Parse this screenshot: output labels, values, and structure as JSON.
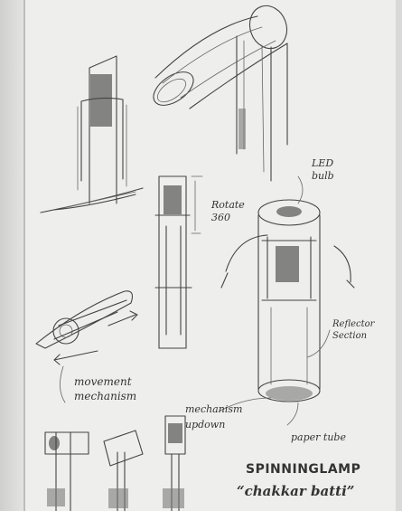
{
  "annotations": {
    "led_bulb": "LED bulb",
    "rotate_360": "Rotate 360",
    "reflector_section": "Reflector Section",
    "movement_mechanism": "movement mechanism",
    "mechanism_updown": "mechanism updown",
    "paper_tube": "paper tube",
    "spinning_lamp": "SPINNINGLAMP",
    "chakkar_batti": "“chakkar batti”"
  },
  "colors": {
    "paper": "#eeeeec",
    "pencil": "#444444",
    "background": "#d9d9d7"
  }
}
